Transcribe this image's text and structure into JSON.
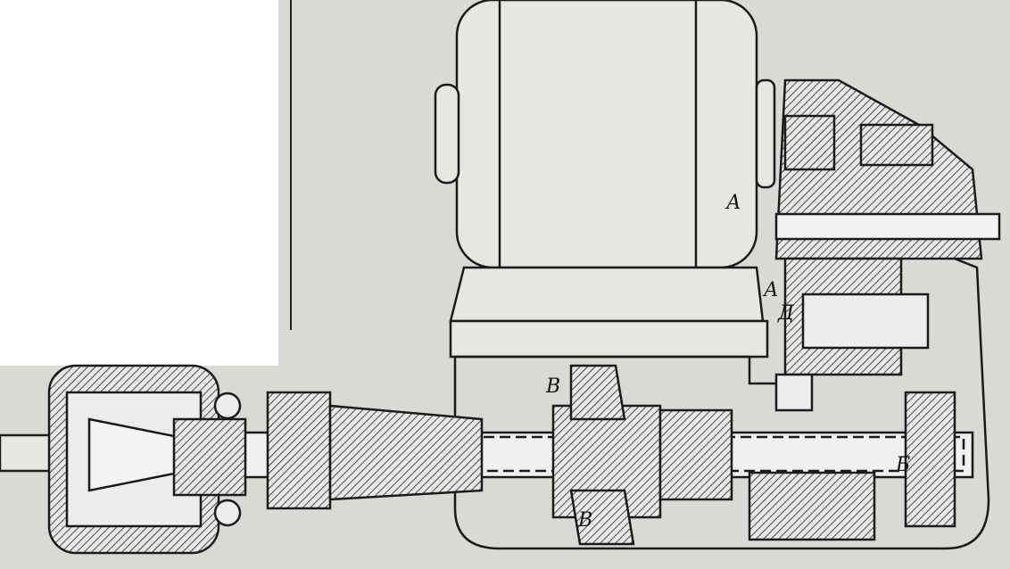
{
  "drawing": {
    "labels": {
      "a_upper": "А",
      "a_lower": "А",
      "d": "Д",
      "v_upper": "В",
      "v_lower": "В",
      "b": "Б"
    },
    "colors": {
      "paper": "#d9d9d6",
      "ink": "#1a1a1a",
      "blank": "#ffffff"
    }
  }
}
